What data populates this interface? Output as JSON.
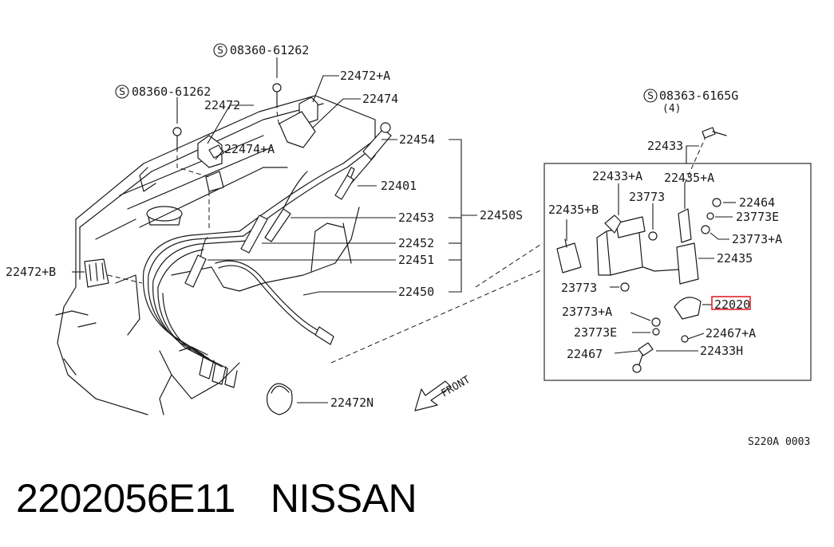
{
  "diagram": {
    "labels": {
      "bolt_08360_top": "08360-61262",
      "bolt_08360_left": "08360-61262",
      "bolt_08363": "08363-6165G",
      "bolt_08363_qty": "(4)",
      "p22472a": "22472+A",
      "p22474": "22474",
      "p22472": "22472",
      "p22474a": "22474+A",
      "p22454": "22454",
      "p22401": "22401",
      "p22453": "22453",
      "p22450s": "22450S",
      "p22452": "22452",
      "p22451": "22451",
      "p22450": "22450",
      "p22472b": "22472+B",
      "p22472n": "22472N",
      "front": "FRONT",
      "p22433": "22433",
      "p22433a": "22433+A",
      "p22435a": "22435+A",
      "p22464": "22464",
      "p23773_top": "23773",
      "p22435b": "22435+B",
      "p23773e_top": "23773E",
      "p23773a_right": "23773+A",
      "p22435": "22435",
      "p23773_mid": "23773",
      "p22020": "22020",
      "p23773a_left": "23773+A",
      "p23773e_bottom": "23773E",
      "p22467a": "22467+A",
      "p22467": "22467",
      "p22433h": "22433H",
      "ref_code": "S220A 0003",
      "circle_s": "S"
    },
    "highlight_color": "#e0141e"
  },
  "caption": {
    "part_number": "2202056E11",
    "brand": "NISSAN"
  }
}
